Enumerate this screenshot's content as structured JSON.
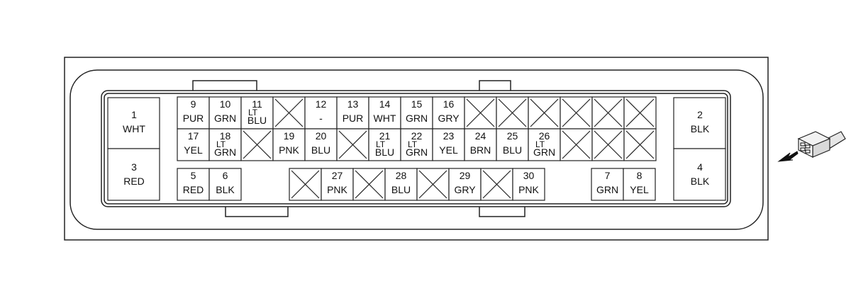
{
  "connector": {
    "big_terminals": [
      {
        "num": "1",
        "color": "WHT"
      },
      {
        "num": "3",
        "color": "RED"
      },
      {
        "num": "2",
        "color": "BLK"
      },
      {
        "num": "4",
        "color": "BLK"
      }
    ],
    "row1": [
      {
        "num": "9",
        "color": [
          "PUR"
        ]
      },
      {
        "num": "10",
        "color": [
          "GRN"
        ]
      },
      {
        "num": "11",
        "color": [
          "LT",
          "BLU"
        ]
      },
      {
        "empty": true
      },
      {
        "num": "12",
        "color": [
          "-"
        ]
      },
      {
        "num": "13",
        "color": [
          "PUR"
        ]
      },
      {
        "num": "14",
        "color": [
          "WHT"
        ]
      },
      {
        "num": "15",
        "color": [
          "GRN"
        ]
      },
      {
        "num": "16",
        "color": [
          "GRY"
        ]
      },
      {
        "empty": true
      },
      {
        "empty": true
      },
      {
        "empty": true
      },
      {
        "empty": true
      },
      {
        "empty": true
      },
      {
        "empty": true
      }
    ],
    "row2": [
      {
        "num": "17",
        "color": [
          "YEL"
        ]
      },
      {
        "num": "18",
        "color": [
          "LT",
          "GRN"
        ]
      },
      {
        "empty": true
      },
      {
        "num": "19",
        "color": [
          "PNK"
        ]
      },
      {
        "num": "20",
        "color": [
          "BLU"
        ]
      },
      {
        "empty": true
      },
      {
        "num": "21",
        "color": [
          "LT",
          "BLU"
        ]
      },
      {
        "num": "22",
        "color": [
          "LT",
          "GRN"
        ]
      },
      {
        "num": "23",
        "color": [
          "YEL"
        ]
      },
      {
        "num": "24",
        "color": [
          "BRN"
        ]
      },
      {
        "num": "25",
        "color": [
          "BLU"
        ]
      },
      {
        "num": "26",
        "color": [
          "LT",
          "GRN"
        ]
      },
      {
        "empty": true
      },
      {
        "empty": true
      },
      {
        "empty": true
      }
    ],
    "row3_left": [
      {
        "num": "5",
        "color": [
          "RED"
        ]
      },
      {
        "num": "6",
        "color": [
          "BLK"
        ]
      }
    ],
    "row3_mid": [
      {
        "empty": true
      },
      {
        "num": "27",
        "color": [
          "PNK"
        ]
      },
      {
        "empty": true
      },
      {
        "num": "28",
        "color": [
          "BLU"
        ]
      },
      {
        "empty": true
      },
      {
        "num": "29",
        "color": [
          "GRY"
        ]
      },
      {
        "empty": true
      },
      {
        "num": "30",
        "color": [
          "PNK"
        ]
      }
    ],
    "row3_right": [
      {
        "num": "7",
        "color": [
          "GRN"
        ]
      },
      {
        "num": "8",
        "color": [
          "YEL"
        ]
      }
    ]
  },
  "colors": {
    "stroke": "#222222",
    "fill": "#ffffff",
    "icon_fill": "#f2f2f2"
  },
  "icon": "connector-plug-icon"
}
